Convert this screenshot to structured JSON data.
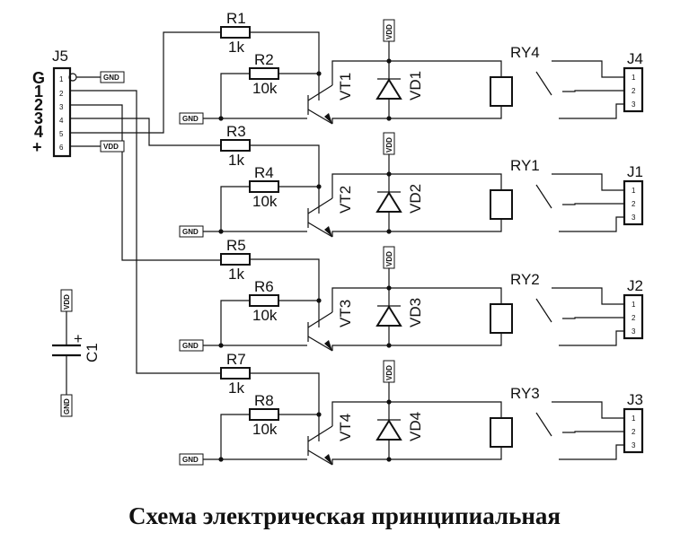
{
  "caption": "Схема электрическая принципиальная",
  "labels": {
    "vdd": "VDD",
    "gnd": "GND",
    "conn_main": "J5",
    "pin_names": [
      "G",
      "1",
      "2",
      "3",
      "4",
      "+"
    ],
    "pin_numbers": [
      "1",
      "2",
      "3",
      "4",
      "5",
      "6"
    ],
    "out_pins": [
      "1",
      "2",
      "3"
    ],
    "cap": "C1",
    "cap_plus": "+"
  },
  "channels": [
    {
      "rb": "R1",
      "rb_val": "1k",
      "rp": "R2",
      "rp_val": "10k",
      "vt": "VT1",
      "vd": "VD1",
      "ry": "RY4",
      "j": "J4"
    },
    {
      "rb": "R3",
      "rb_val": "1k",
      "rp": "R4",
      "rp_val": "10k",
      "vt": "VT2",
      "vd": "VD2",
      "ry": "RY1",
      "j": "J1"
    },
    {
      "rb": "R5",
      "rb_val": "1k",
      "rp": "R6",
      "rp_val": "10k",
      "vt": "VT3",
      "vd": "VD3",
      "ry": "RY2",
      "j": "J2"
    },
    {
      "rb": "R7",
      "rb_val": "1k",
      "rp": "R8",
      "rp_val": "10k",
      "vt": "VT4",
      "vd": "VD4",
      "ry": "RY3",
      "j": "J3"
    }
  ]
}
